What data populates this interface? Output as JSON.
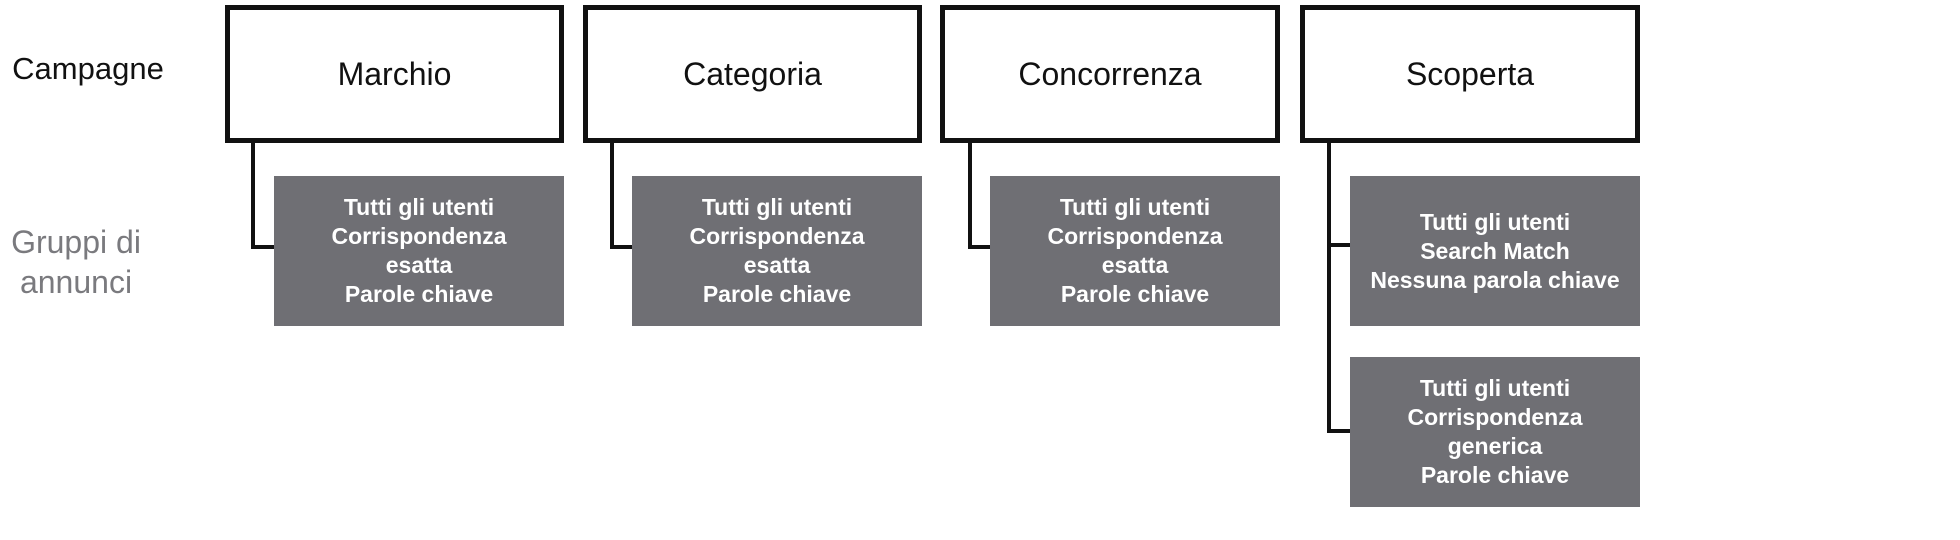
{
  "row_labels": {
    "campaigns": "Campagne",
    "ad_groups_line1": "Gruppi di",
    "ad_groups_line2": "annunci"
  },
  "campaigns": [
    {
      "label": "Marchio",
      "ad_groups": [
        {
          "lines": [
            "Tutti gli utenti",
            "Corrispondenza",
            "esatta",
            "Parole chiave"
          ]
        }
      ]
    },
    {
      "label": "Categoria",
      "ad_groups": [
        {
          "lines": [
            "Tutti gli utenti",
            "Corrispondenza",
            "esatta",
            "Parole chiave"
          ]
        }
      ]
    },
    {
      "label": "Concorrenza",
      "ad_groups": [
        {
          "lines": [
            "Tutti gli utenti",
            "Corrispondenza",
            "esatta",
            "Parole chiave"
          ]
        }
      ]
    },
    {
      "label": "Scoperta",
      "ad_groups": [
        {
          "lines": [
            "Tutti gli utenti",
            "Search Match",
            "Nessuna parola chiave"
          ]
        },
        {
          "lines": [
            "Tutti gli utenti",
            "Corrispondenza",
            "generica",
            "Parole chiave"
          ]
        }
      ]
    }
  ],
  "colors": {
    "campaign_border": "#111111",
    "ad_group_fill": "#6f6f74",
    "ad_group_text": "#ffffff",
    "connector": "#111111",
    "secondary_label": "#7a7a7e"
  }
}
